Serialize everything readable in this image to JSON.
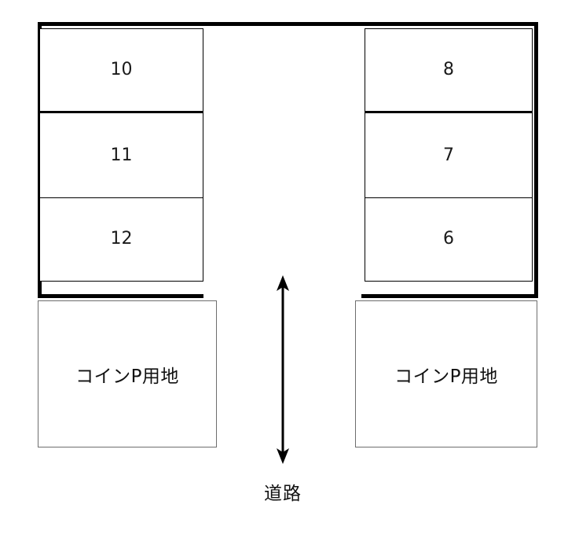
{
  "diagram": {
    "title": "駐車場区画図",
    "background_color": "#ffffff",
    "stroke_color": "#000000"
  },
  "site_boundary": {
    "name": "敷地境界線",
    "top_label": "",
    "left_label": "",
    "right_label": "",
    "bottom_label": ""
  },
  "stall_blocks": {
    "left": {
      "name": "left-stall-block",
      "cells": [
        {
          "label": "10"
        },
        {
          "label": "11"
        },
        {
          "label": "12"
        }
      ]
    },
    "right": {
      "name": "right-stall-block",
      "cells": [
        {
          "label": "8"
        },
        {
          "label": "7"
        },
        {
          "label": "6"
        }
      ]
    }
  },
  "lot_boxes": [
    {
      "name": "left-coin-parking-lot",
      "label": "コインP用地"
    },
    {
      "name": "right-coin-parking-lot",
      "label": "コインP用地"
    }
  ],
  "road": {
    "label": "道路",
    "arrow": "double-headed-vertical"
  }
}
